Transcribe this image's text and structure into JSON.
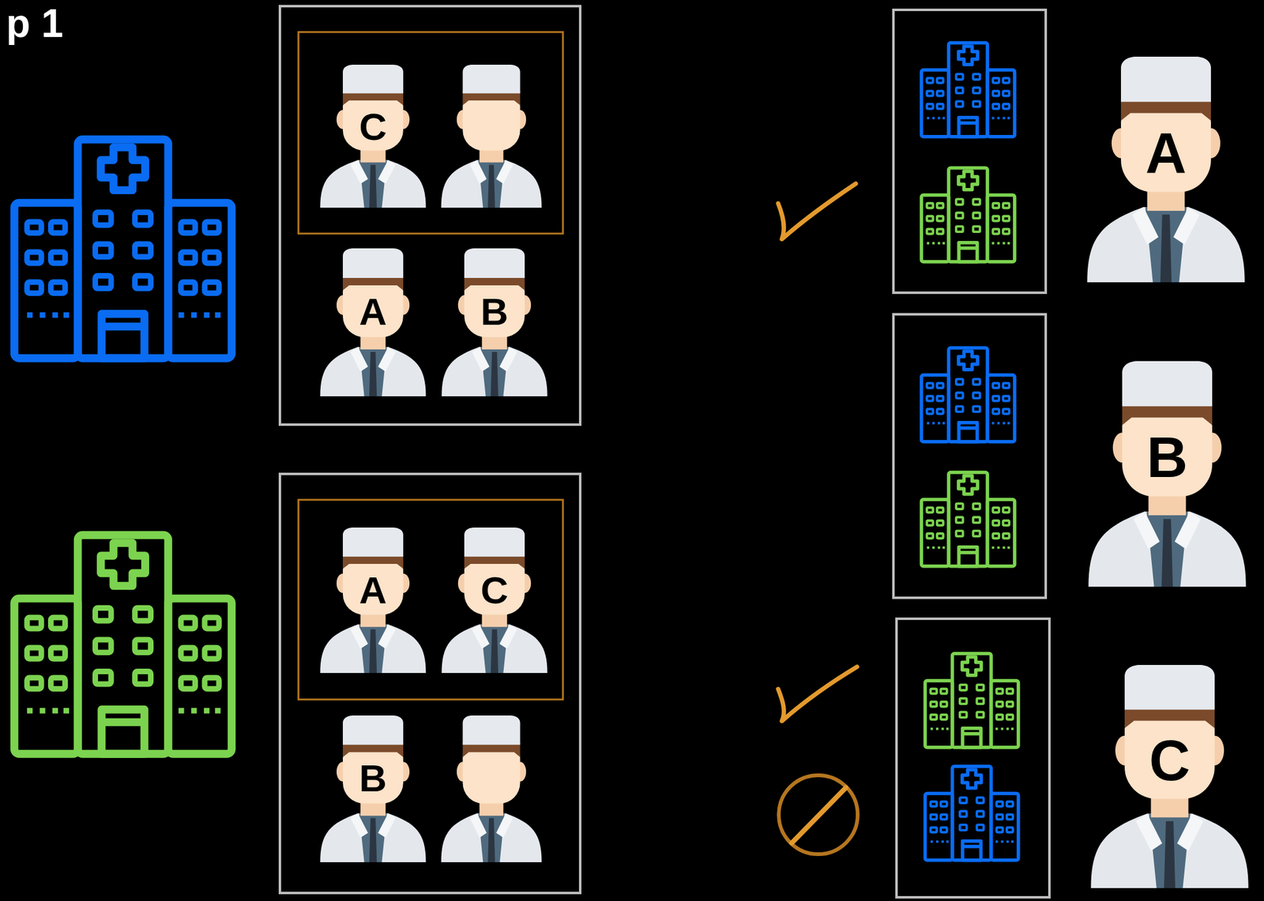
{
  "diagram": {
    "title": "p 1",
    "nodes": [
      {
        "text": [
          "C"
        ]
      },
      {
        "text": [
          "A"
        ]
      },
      {
        "text": [
          "B"
        ]
      },
      {
        "text": [
          "A"
        ]
      },
      {
        "text": [
          "C"
        ]
      },
      {
        "text": [
          "B"
        ]
      },
      {
        "text": [
          "A"
        ]
      },
      {
        "text": [
          "B"
        ]
      },
      {
        "text": [
          "C"
        ]
      }
    ]
  }
}
